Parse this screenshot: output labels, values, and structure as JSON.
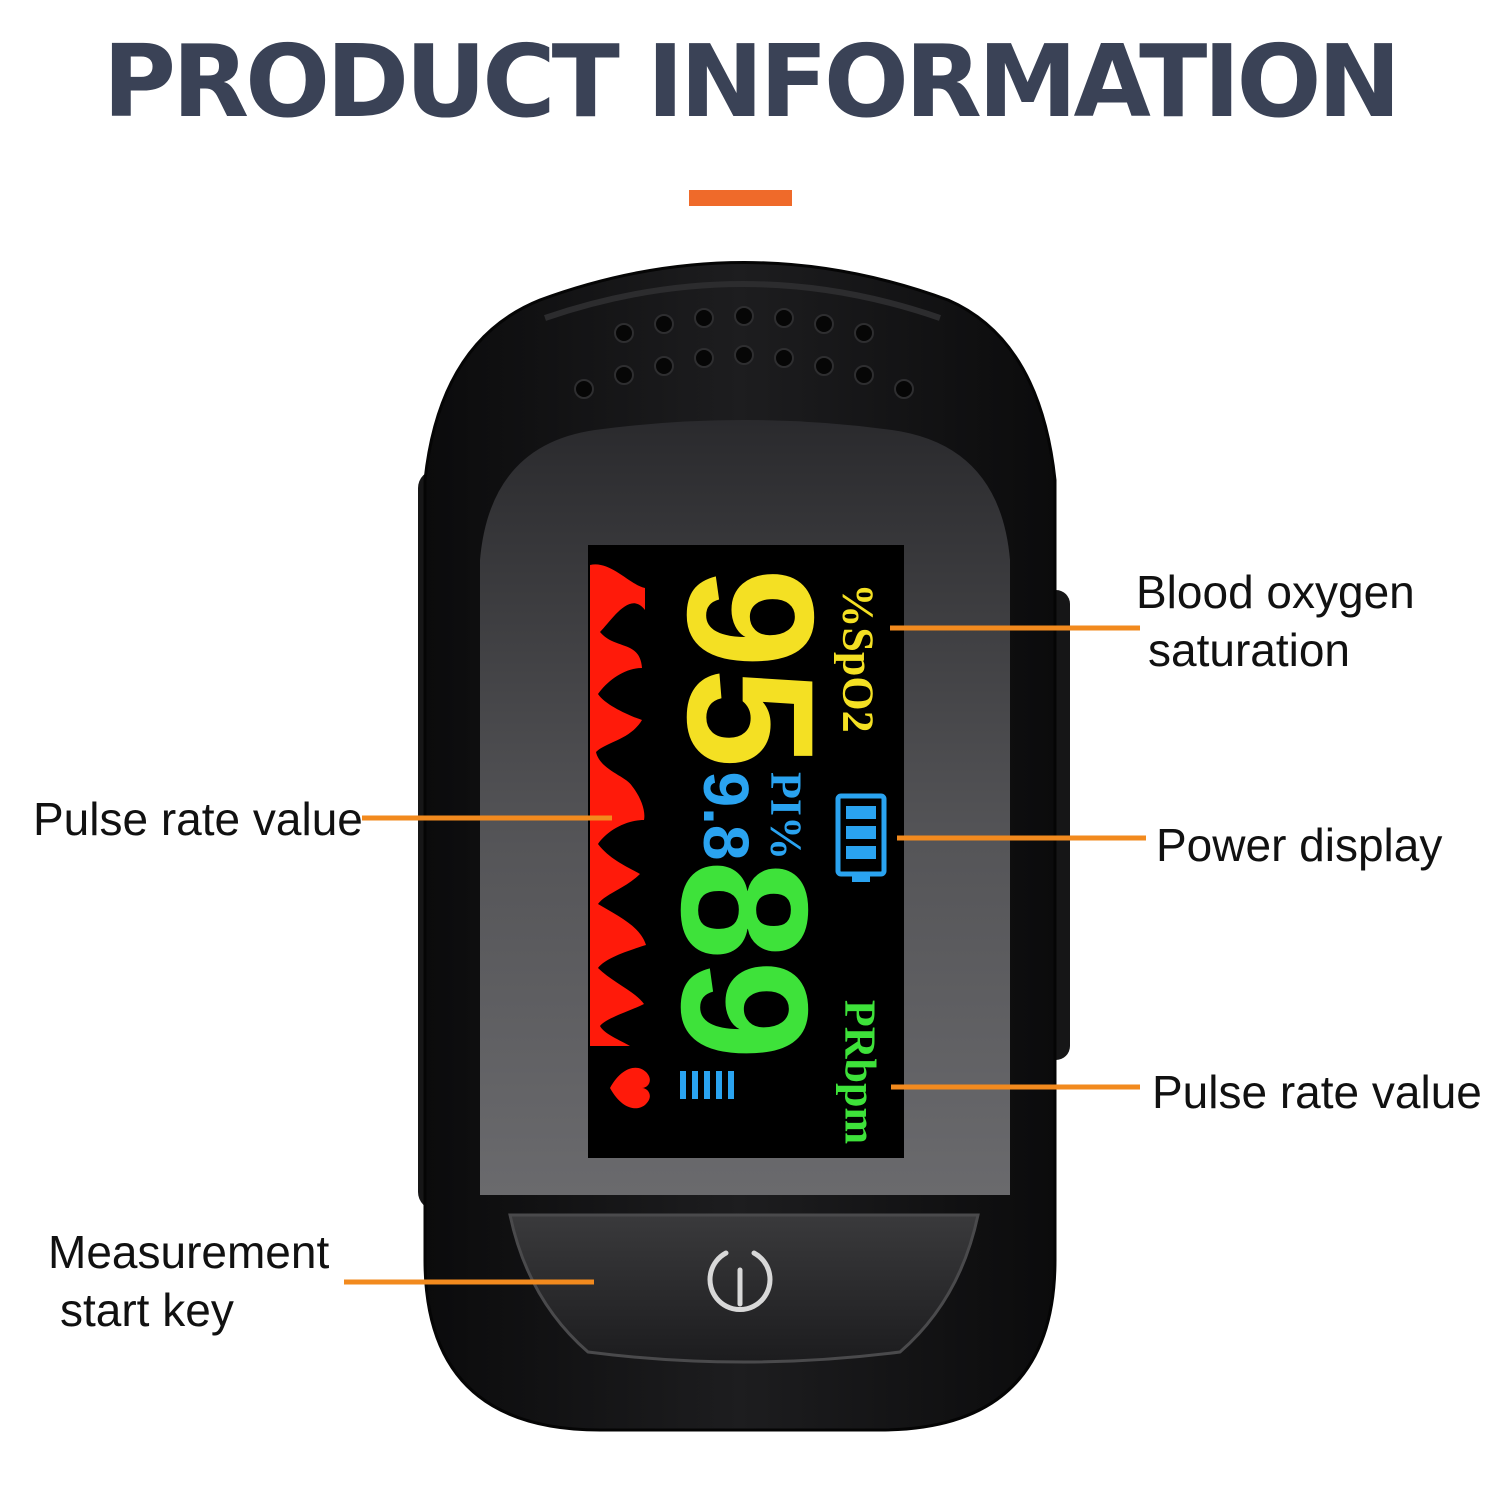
{
  "title": "PRODUCT INFORMATION",
  "colors": {
    "accent": "#ef6a2a",
    "line": "#f28a1e",
    "title": "#3a4256",
    "spo2": "#f4e023",
    "pi": "#2aa3f0",
    "pulse": "#3ee23a",
    "waveform": "#ff1a0a"
  },
  "display": {
    "spo2_value": "95",
    "spo2_unit": "%SpO2",
    "pi_value": "9.8",
    "pi_unit": "PI%",
    "pulse_value": "89",
    "pulse_unit": "PRbpm"
  },
  "labels": {
    "blood_oxygen": [
      "Blood oxygen",
      "saturation"
    ],
    "pulse_rate_left": "Pulse rate value",
    "power_display": "Power display",
    "pulse_rate_right": "Pulse rate value",
    "start_key": [
      "Measurement",
      "start key"
    ]
  }
}
